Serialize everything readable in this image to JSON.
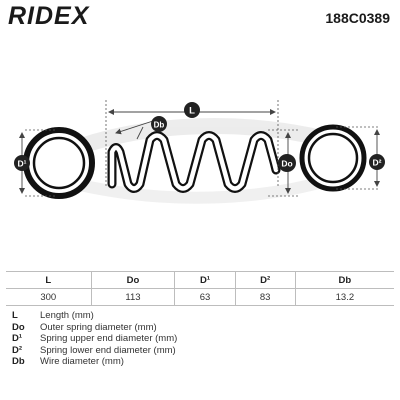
{
  "header": {
    "brand": "RIDEX",
    "part_number": "188C0389"
  },
  "diagram": {
    "dimension_labels": {
      "length": "L",
      "wire": "Db",
      "outer": "Do",
      "upper": "D¹",
      "lower": "D²"
    },
    "colors": {
      "label_fill": "#222222",
      "label_text": "#ffffff",
      "line": "#444444",
      "watermark": "#e6e6e6"
    }
  },
  "table": {
    "columns": [
      {
        "header": "L",
        "value": "300"
      },
      {
        "header": "Do",
        "value": "113"
      },
      {
        "header": "D¹",
        "value": "63"
      },
      {
        "header": "D²",
        "value": "83"
      },
      {
        "header": "Db",
        "value": "13.2"
      }
    ]
  },
  "legend": [
    {
      "key": "L",
      "text": "Length (mm)"
    },
    {
      "key": "Do",
      "text": "Outer spring diameter (mm)"
    },
    {
      "key": "D¹",
      "text": "Spring upper end diameter (mm)"
    },
    {
      "key": "D²",
      "text": "Spring lower end diameter (mm)"
    },
    {
      "key": "Db",
      "text": "Wire diameter (mm)"
    }
  ]
}
